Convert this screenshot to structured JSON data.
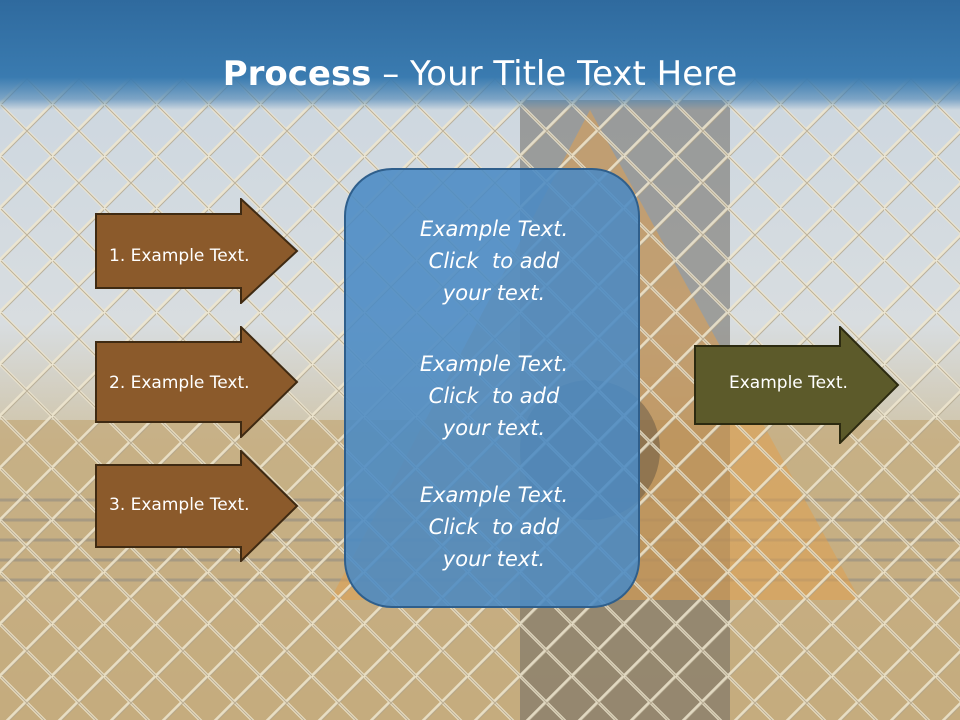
{
  "title": {
    "bold": "Process",
    "rest": " – Your Title Text Here"
  },
  "left_arrows": [
    {
      "label": "1. Example Text."
    },
    {
      "label": "2. Example Text."
    },
    {
      "label": "3. Example Text."
    }
  ],
  "center_box": {
    "blocks": [
      {
        "lines": [
          "Example Text.",
          "Click  to add",
          "your text."
        ]
      },
      {
        "lines": [
          "Example Text.",
          "Click  to add",
          "your text."
        ]
      },
      {
        "lines": [
          "Example Text.",
          "Click  to add",
          "your text."
        ]
      }
    ]
  },
  "right_arrow": {
    "label": "Example Text."
  },
  "colors": {
    "title_band": "#2f6a9e",
    "left_arrow_fill": "#8b5a2b",
    "center_box_fill": "#4a8ac4",
    "right_arrow_fill": "#5c5a2a",
    "text": "#ffffff"
  }
}
